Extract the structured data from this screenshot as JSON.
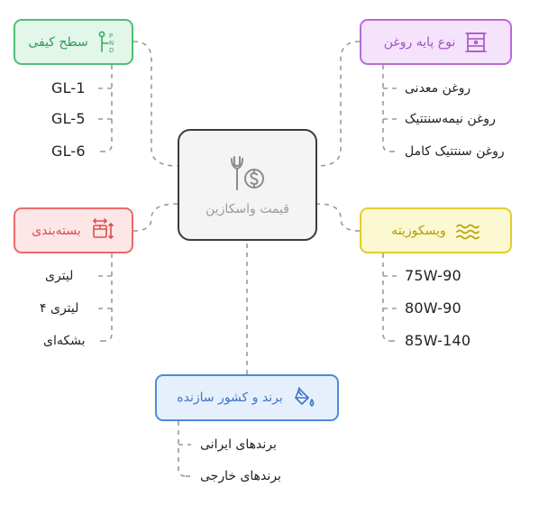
{
  "center": {
    "label": "قیمت واسکازین",
    "icon": "wrench-dollar-icon"
  },
  "branches": {
    "level": {
      "label": "سطح کیفی",
      "icon": "gear-shift-icon",
      "color": "#4fbe75",
      "items": [
        "GL-1",
        "GL-5",
        "GL-6"
      ]
    },
    "base": {
      "label": "نوع پایه روغن",
      "icon": "oil-barrel-icon",
      "color": "#b86ad8",
      "items": [
        "روغن معدنی",
        "روغن نیمه‌سنتتیک",
        "روغن سنتتیک کامل"
      ]
    },
    "pack": {
      "label": "بسته‌بندی",
      "icon": "package-resize-icon",
      "color": "#e96b6b",
      "items": [
        "لیتری",
        "لیتری ۴",
        "بشکه‌ای"
      ]
    },
    "visc": {
      "label": "ویسکوزیته",
      "icon": "waves-icon",
      "color": "#e0cf2a",
      "items": [
        "75W-90",
        "80W-90",
        "85W-140"
      ]
    },
    "brand": {
      "label": "برند و کشور سازنده",
      "icon": "paint-bucket-icon",
      "color": "#4f8ad6",
      "items": [
        "برندهای ایرانی",
        "برندهای خارجی"
      ]
    }
  }
}
